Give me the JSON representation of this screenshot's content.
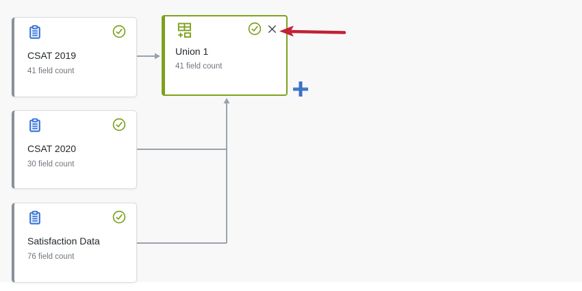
{
  "canvas": {
    "background": "#f8f8f8",
    "type": "data-flow-editor"
  },
  "colors": {
    "node_green": "#7da11d",
    "dataset_blue": "#2e6bd6",
    "dataset_blue_fill": "#dce9fa",
    "connector_gray": "#9aa1a9",
    "card_accent_gray": "#89919b",
    "annotation_red": "#c22136",
    "add_blue_dark": "#3b71c6",
    "add_blue_light": "#7fa6dd",
    "close_gray": "#43484e"
  },
  "sources": [
    {
      "title": "CSAT 2019",
      "subtitle": "41 field count",
      "icon": "clipboard-dataset-icon",
      "status_icon": "check-circle-icon"
    },
    {
      "title": "CSAT 2020",
      "subtitle": "30 field count",
      "icon": "clipboard-dataset-icon",
      "status_icon": "check-circle-icon"
    },
    {
      "title": "Satisfaction Data",
      "subtitle": "76 field count",
      "icon": "clipboard-dataset-icon",
      "status_icon": "check-circle-icon"
    }
  ],
  "union_node": {
    "title": "Union 1",
    "subtitle": "41 field count",
    "icon": "union-table-icon",
    "status_icon": "check-circle-icon",
    "close_icon": "close-x-icon"
  },
  "connections": [
    {
      "from": "CSAT 2019",
      "to": "Union 1"
    },
    {
      "from": "CSAT 2020",
      "to": "Union 1"
    },
    {
      "from": "Satisfaction Data",
      "to": "Union 1"
    }
  ],
  "add_button": {
    "icon": "plus-icon"
  },
  "annotation": {
    "shape": "arrow",
    "color": "#c22136",
    "points_at": "union-close-button"
  }
}
